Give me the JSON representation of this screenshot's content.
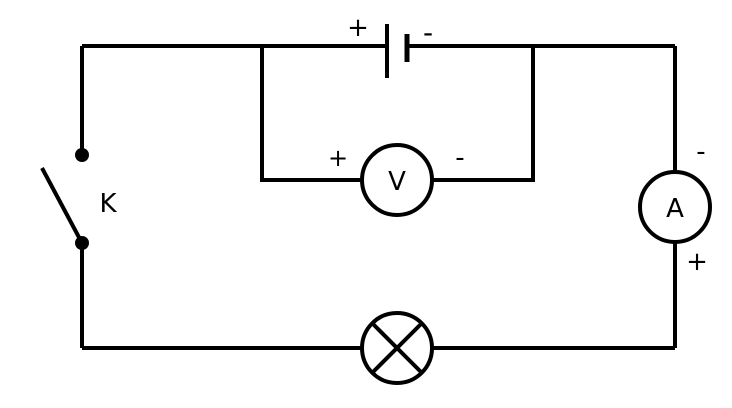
{
  "diagram": {
    "title": "Electric circuit with battery, switch K, voltmeter V, ammeter A and lamp",
    "battery": {
      "plus": "+",
      "minus": "-"
    },
    "voltmeter": {
      "label": "V",
      "plus": "+",
      "minus": "-"
    },
    "ammeter": {
      "label": "A",
      "plus": "+",
      "minus": "-"
    },
    "switch": {
      "label": "K"
    },
    "wire_color": "#000000"
  }
}
